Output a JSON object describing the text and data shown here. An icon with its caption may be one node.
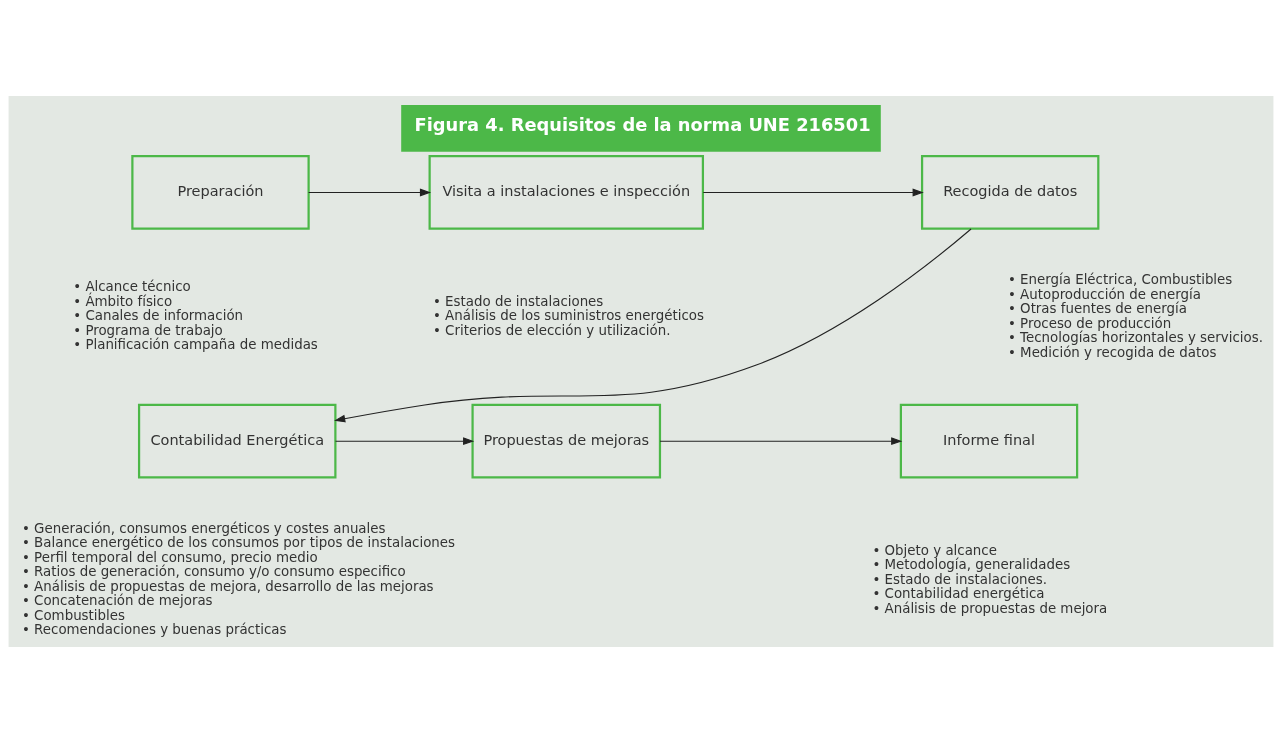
{
  "diagram": {
    "title": "Figura 4. Requisitos de la norma UNE 216501",
    "nodes": [
      {
        "text": [
          "Preparación"
        ],
        "beside": [
          "• Alcance técnico",
          "• Ámbito físico",
          "• Canales de información",
          "• Programa de trabajo",
          "• Planificación campaña de medidas"
        ]
      },
      {
        "text": [
          "Visita a instalaciones e inspección"
        ],
        "beside": [
          "• Estado de instalaciones",
          "• Análisis de los suministros energéticos",
          "• Criterios de elección y utilización."
        ]
      },
      {
        "text": [
          "Recogida de datos"
        ],
        "beside": [
          "• Energía Eléctrica, Combustibles",
          "• Autoproducción de energía",
          "• Otras fuentes de energía",
          "• Proceso de producción",
          "• Tecnologías horizontales y servicios.",
          "• Medición y recogida de datos"
        ]
      },
      {
        "text": [
          "Contabilidad Energética"
        ],
        "beside": [
          "• Generación, consumos energéticos y costes anuales",
          "• Balance energético de los consumos por tipos de instalaciones",
          "• Perfil temporal del consumo, precio medio",
          "• Ratios de generación, consumo y/o consumo especifico",
          "• Análisis de propuestas de mejora, desarrollo de las mejoras",
          "• Concatenación de mejoras",
          "• Combustibles",
          "• Recomendaciones y buenas prácticas"
        ]
      },
      {
        "text": [
          "Propuestas de mejoras"
        ]
      },
      {
        "text": [
          "Informe final"
        ],
        "beside": [
          "• Objeto y alcance",
          "• Metodología, generalidades",
          "• Estado de instalaciones.",
          "• Contabilidad energética",
          "• Análisis de propuestas de mejora"
        ]
      }
    ],
    "edges": [
      {
        "from": 0,
        "to": 1,
        "arrow": "to"
      },
      {
        "from": 1,
        "to": 2,
        "arrow": "to"
      },
      {
        "from": 2,
        "to": 3,
        "arrow": "to"
      },
      {
        "from": 3,
        "to": 4,
        "arrow": "to"
      },
      {
        "from": 4,
        "to": 5,
        "arrow": "to"
      }
    ]
  }
}
